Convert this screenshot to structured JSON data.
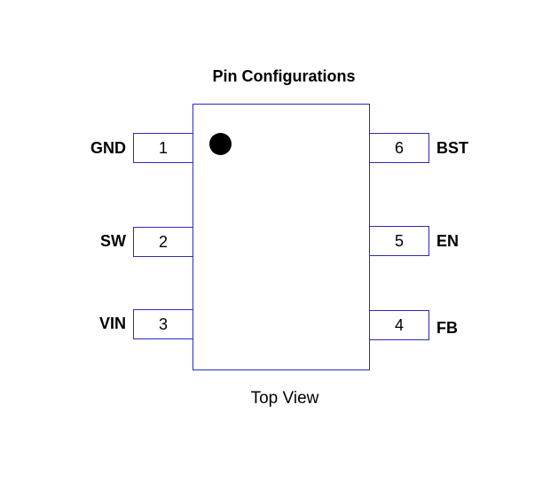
{
  "title": "Pin Configurations",
  "caption": "Top View",
  "pins": {
    "p1": {
      "number": "1",
      "name": "GND"
    },
    "p2": {
      "number": "2",
      "name": "SW"
    },
    "p3": {
      "number": "3",
      "name": "VIN"
    },
    "p4": {
      "number": "4",
      "name": "FB"
    },
    "p5": {
      "number": "5",
      "name": "EN"
    },
    "p6": {
      "number": "6",
      "name": "BST"
    }
  },
  "colors": {
    "outline": "#2b2bb8",
    "marker": "#000000"
  }
}
